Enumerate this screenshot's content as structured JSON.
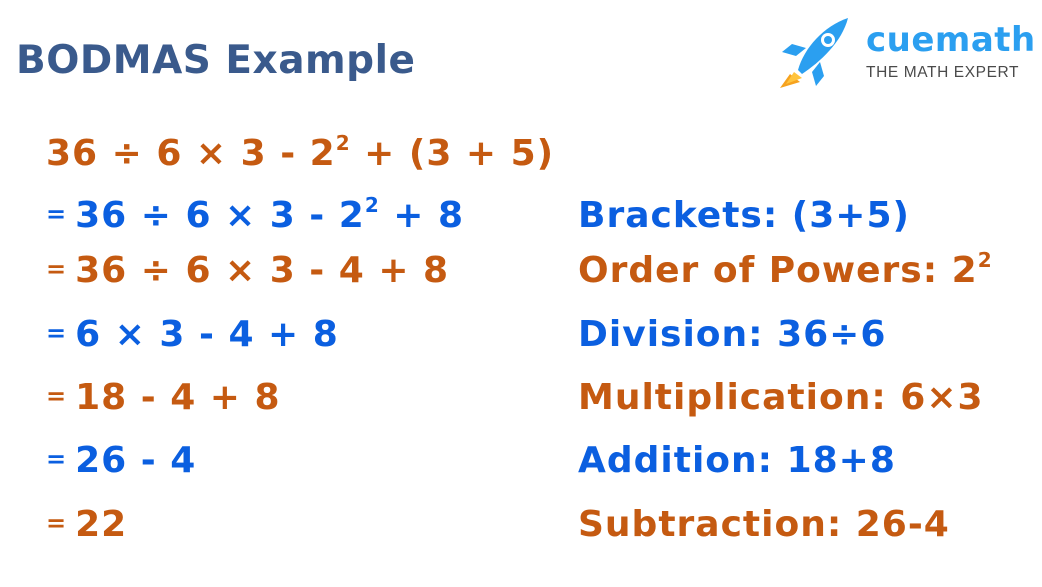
{
  "title": "BODMAS Example",
  "logo": {
    "brand": "cuemath",
    "tagline": "THE MATH EXPERT"
  },
  "expression": {
    "pre": "36 ÷ 6 × 3 - 2",
    "exp": "2",
    "post": " + (3 + 5)"
  },
  "steps": [
    {
      "eq": "=",
      "pre": "36 ÷ 6 × 3 - 2",
      "exp": "2",
      "post": " + 8",
      "rule_label": "Brackets: (3+5)",
      "rule_pre": "",
      "rule_exp": ""
    },
    {
      "eq": "=",
      "pre": "36 ÷ 6 × 3 - 4 + 8",
      "exp": "",
      "post": "",
      "rule_label": "Order of Powers: ",
      "rule_pre": "2",
      "rule_exp": "2"
    },
    {
      "eq": "=",
      "pre": "6 × 3 - 4 + 8",
      "exp": "",
      "post": "",
      "rule_label": "Division: 36÷6",
      "rule_pre": "",
      "rule_exp": ""
    },
    {
      "eq": "=",
      "pre": "18 - 4 + 8",
      "exp": "",
      "post": "",
      "rule_label": "Multiplication: 6×3",
      "rule_pre": "",
      "rule_exp": ""
    },
    {
      "eq": "=",
      "pre": "26 - 4",
      "exp": "",
      "post": "",
      "rule_label": "Addition: 18+8",
      "rule_pre": "",
      "rule_exp": ""
    },
    {
      "eq": "=",
      "pre": "22",
      "exp": "",
      "post": "",
      "rule_label": "Subtraction: 26-4",
      "rule_pre": "",
      "rule_exp": ""
    }
  ],
  "colors": {
    "title": "#3a5a8c",
    "orange": "#c55a11",
    "blue": "#0b5fe0",
    "brand": "#2b9ff0"
  }
}
